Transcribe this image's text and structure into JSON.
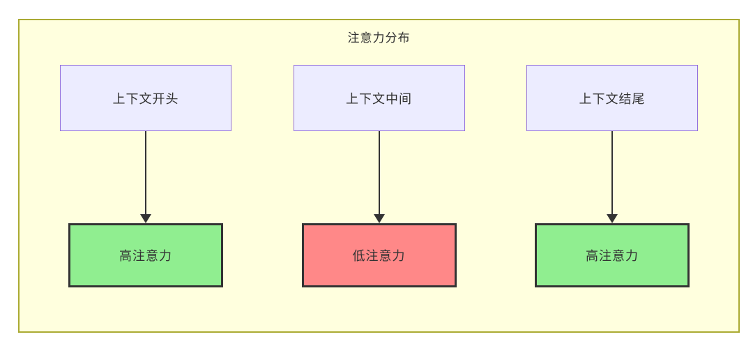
{
  "diagram": {
    "title": "注意力分布",
    "columns": [
      {
        "source": "上下文开头",
        "target": "高注意力",
        "target_type": "high"
      },
      {
        "source": "上下文中间",
        "target": "低注意力",
        "target_type": "low"
      },
      {
        "source": "上下文结尾",
        "target": "高注意力",
        "target_type": "high"
      }
    ],
    "colors": {
      "container_fill": "#ffffde",
      "container_border": "#aaaa33",
      "source_fill": "#ececff",
      "source_border": "#9370db",
      "high_fill": "#90ee90",
      "low_fill": "#ff8888",
      "node_border": "#333333",
      "arrow": "#333333",
      "text": "#333333"
    }
  }
}
